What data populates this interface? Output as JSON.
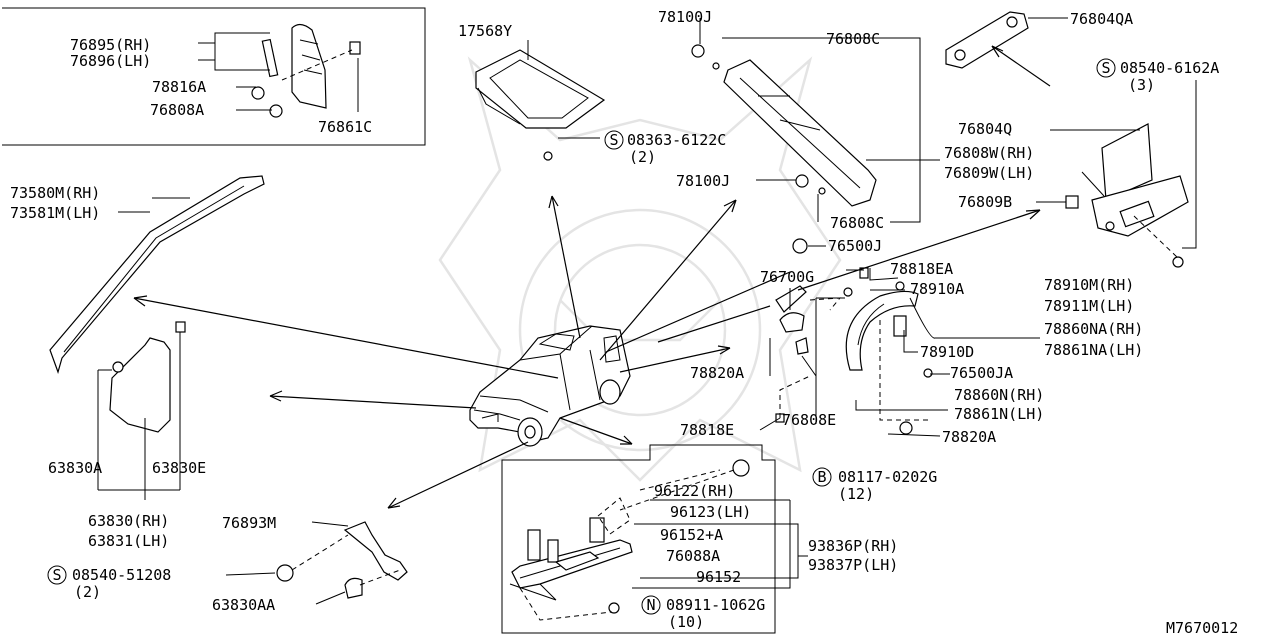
{
  "diagram_id": "M7670012",
  "callouts": {
    "p76895": "76895(RH)",
    "p76896": "76896(LH)",
    "p78816A": "78816A",
    "p76808A": "76808A",
    "p76861C": "76861C",
    "p17568Y": "17568Y",
    "s08363": "08363-6122C",
    "s08363_qty": "(2)",
    "p78100J_a": "78100J",
    "p76808C_a": "76808C",
    "p78100J_b": "78100J",
    "p76808C_b": "76808C",
    "p76808W": "76808W(RH)",
    "p76809W": "76809W(LH)",
    "p76804QA": "76804QA",
    "s08540_6162A": "08540-6162A",
    "s08540_6162A_qty": "(3)",
    "p76804Q": "76804Q",
    "p76809B": "76809B",
    "p73580M": "73580M(RH)",
    "p73581M": "73581M(LH)",
    "p76500J": "76500J",
    "p76700G": "76700G",
    "p78818EA": "78818EA",
    "p78910A": "78910A",
    "p78910M": "78910M(RH)",
    "p78911M": "78911M(LH)",
    "p78860NA": "78860NA(RH)",
    "p78861NA": "78861NA(LH)",
    "p78910D": "78910D",
    "p78820A_a": "78820A",
    "p76500JA": "76500JA",
    "p78860N": "78860N(RH)",
    "p78861N": "78861N(LH)",
    "p78818E": "78818E",
    "p76808E": "76808E",
    "p78820A_b": "78820A",
    "p63830A": "63830A",
    "p63830E": "63830E",
    "p63830": "63830(RH)",
    "p63831": "63831(LH)",
    "p76893M": "76893M",
    "s08540_51208": "08540-51208",
    "s08540_51208_qty": "(2)",
    "p63830AA": "63830AA",
    "b08117": "08117-0202G",
    "b08117_qty": "(12)",
    "p96122": "96122(RH)",
    "p96123": "96123(LH)",
    "p96152A": "96152+A",
    "p76088A": "76088A",
    "p96152": "96152",
    "p93836P": "93836P(RH)",
    "p93837P": "93837P(LH)",
    "n08911": "08911-1062G",
    "n08911_qty": "(10)"
  },
  "symbols": {
    "screw": "S",
    "bolt": "B",
    "nut": "N"
  }
}
